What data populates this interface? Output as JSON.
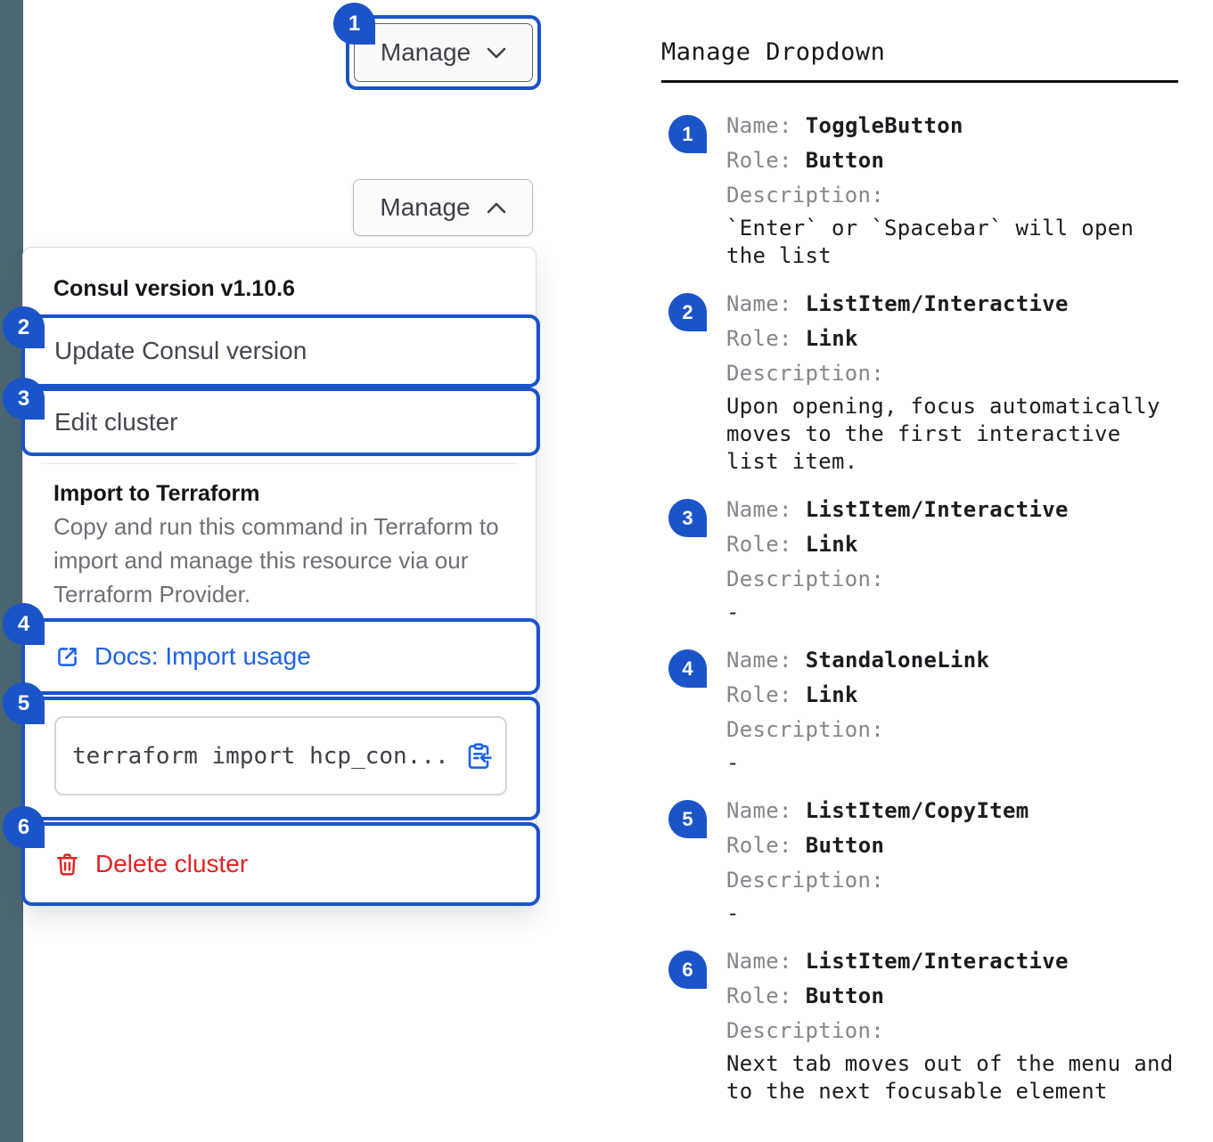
{
  "colors": {
    "annotation_blue": "#1b54c9",
    "link_blue": "#1e63e2",
    "danger_red": "#df2323",
    "sidebar_strip": "#4c6771"
  },
  "annotations": {
    "badges": [
      "1",
      "2",
      "3",
      "4",
      "5",
      "6"
    ]
  },
  "toggle_button": {
    "label": "Manage"
  },
  "expanded_button": {
    "label": "Manage"
  },
  "menu": {
    "version_header": "Consul version v1.10.6",
    "update_item": "Update Consul version",
    "edit_item": "Edit cluster",
    "import_header": "Import to Terraform",
    "import_description": "Copy and run this command in Terraform to import and manage this resource via our Terraform Provider.",
    "docs_link": "Docs: Import usage",
    "code_snippet": "terraform import hcp_con...",
    "delete_item": "Delete cluster"
  },
  "right_panel": {
    "title": "Manage Dropdown",
    "labels": {
      "name": "Name:",
      "role": "Role:",
      "description": "Description:"
    },
    "items": [
      {
        "num": "1",
        "name": "ToggleButton",
        "role": "Button",
        "desc_lines": [
          "`Enter` or `Spacebar` will open",
          "the list"
        ]
      },
      {
        "num": "2",
        "name": "ListItem/Interactive",
        "role": "Link",
        "desc_lines": [
          "Upon opening, focus automatically",
          "moves to the first interactive",
          "list item."
        ]
      },
      {
        "num": "3",
        "name": "ListItem/Interactive",
        "role": "Link",
        "desc_lines": [
          "-"
        ]
      },
      {
        "num": "4",
        "name": "StandaloneLink",
        "role": "Link",
        "desc_lines": [
          "-"
        ]
      },
      {
        "num": "5",
        "name": "ListItem/CopyItem",
        "role": "Button",
        "desc_lines": [
          "-"
        ]
      },
      {
        "num": "6",
        "name": "ListItem/Interactive",
        "role": "Button",
        "desc_lines": [
          "Next tab moves out of the menu and",
          "to the next focusable element"
        ]
      }
    ]
  }
}
